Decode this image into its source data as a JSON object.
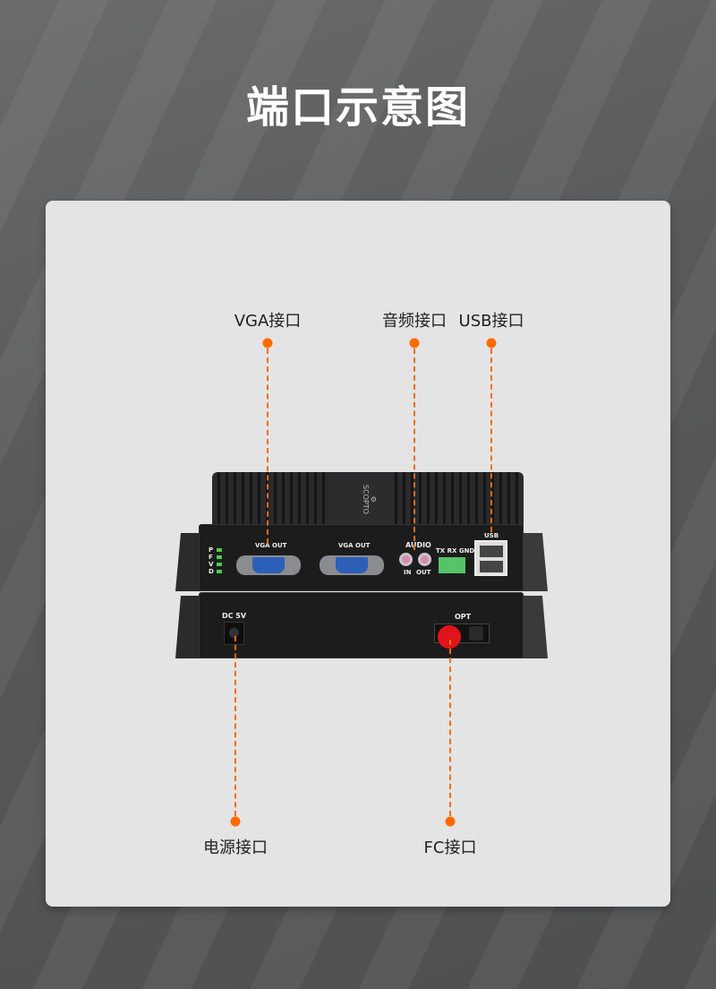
{
  "title": "端口示意图",
  "callouts": {
    "vga": "VGA接口",
    "audio": "音频接口",
    "usb": "USB接口",
    "power": "电源接口",
    "fc": "FC接口"
  },
  "device": {
    "brand": "SCOPTO",
    "leds": [
      "P",
      "F",
      "V",
      "D"
    ],
    "vga1": "VGA OUT",
    "vga2": "VGA OUT",
    "audio": "AUDIO",
    "audio_in": "IN",
    "audio_out": "OUT",
    "data": "TX RX GND",
    "usb": "USB",
    "dc": "DC 5V",
    "opt": "OPT"
  },
  "colors": {
    "accent": "#ff6a00",
    "card": "#e4e4e4"
  }
}
